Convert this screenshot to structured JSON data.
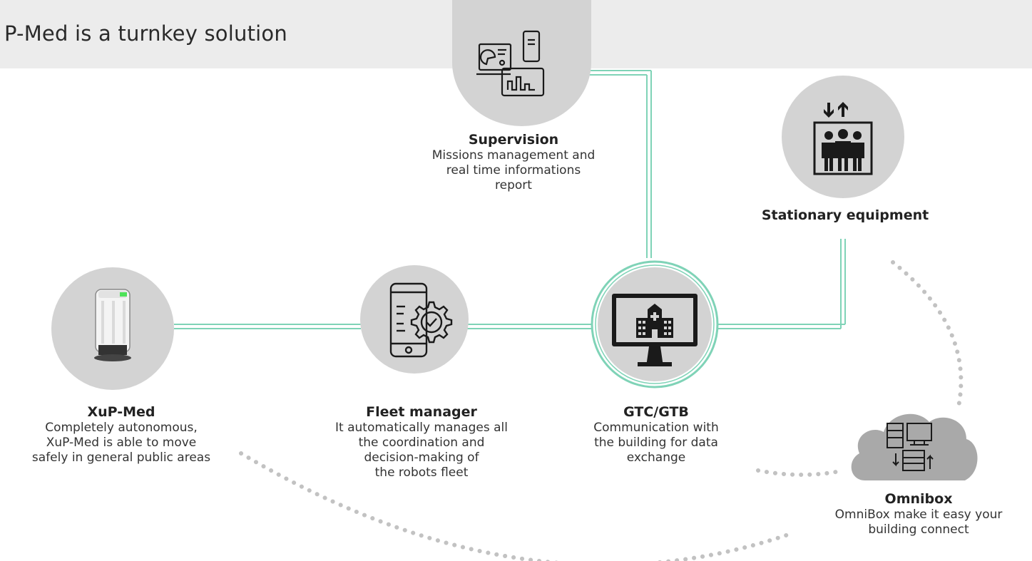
{
  "header": {
    "title": "P-Med is a turnkey solution"
  },
  "colors": {
    "connector": "#7fd3b7",
    "circle": "#d3d3d3",
    "header_band": "#ececec",
    "dots": "#c2c2c2"
  },
  "nodes": {
    "xup_med": {
      "icon": "robot-icon",
      "title": "XuP-Med",
      "desc": "Completely autonomous,\nXuP-Med is able to move\nsafely in general public areas"
    },
    "fleet_manager": {
      "icon": "phone-gear-check-icon",
      "title": "Fleet manager",
      "desc": "It automatically manages all\nthe coordination and\ndecision-making of\nthe robots fleet"
    },
    "gtc_gtb": {
      "icon": "monitor-hospital-icon",
      "title": "GTC/GTB",
      "desc": "Communication with\nthe building for data\nexchange"
    },
    "supervision": {
      "icon": "dashboard-devices-icon",
      "title": "Supervision",
      "desc": "Missions management and\nreal time informations\nreport"
    },
    "stationary": {
      "icon": "elevator-icon",
      "title": "Stationary equipment",
      "desc": ""
    },
    "omnibox": {
      "icon": "cloud-servers-icon",
      "title": "Omnibox",
      "desc": "OmniBox make it easy your\nbuilding connect"
    }
  }
}
